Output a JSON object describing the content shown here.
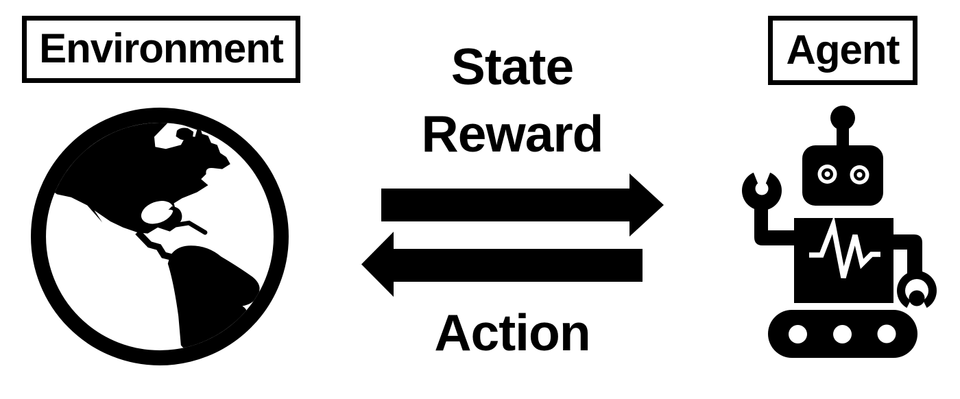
{
  "nodes": {
    "environment": {
      "label": "Environment",
      "icon": "globe-americas-icon"
    },
    "agent": {
      "label": "Agent",
      "icon": "robot-icon"
    }
  },
  "flows": {
    "env_to_agent": {
      "labels": [
        "State",
        "Reward"
      ],
      "direction": "right",
      "arrow": "solid-block-arrow"
    },
    "agent_to_env": {
      "labels": [
        "Action"
      ],
      "direction": "left",
      "arrow": "solid-block-arrow"
    }
  },
  "colors": {
    "foreground": "#000000",
    "background": "#ffffff"
  }
}
